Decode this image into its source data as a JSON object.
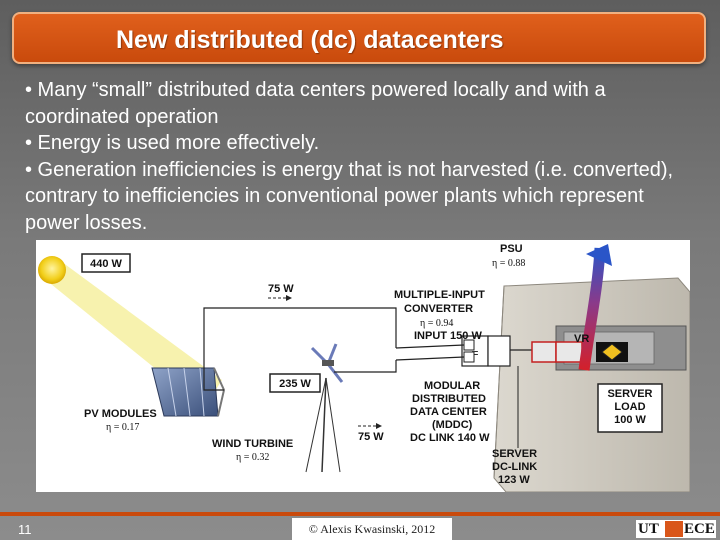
{
  "slide": {
    "title": "New distributed (dc) datacenters",
    "bullets": [
      "• Many “small” distributed data centers powered locally and with a coordinated operation",
      "• Energy is used more effectively.",
      "• Generation inefficiencies is energy that is not harvested (i.e. converted), contrary to inefficiencies in conventional power plants which represent power losses."
    ],
    "slide_number": "11",
    "copyright": "© Alexis Kwasinski, 2012",
    "logo": {
      "left": "UT",
      "right": "ECE"
    }
  },
  "diagram": {
    "pv_power": "440 W",
    "pv_label": "PV MODULES",
    "pv_efficiency": "η = 0.17",
    "pv_to_converter": "75 W",
    "wind_power": "235 W",
    "wind_label": "WIND TURBINE",
    "wind_efficiency": "η = 0.32",
    "wind_to_converter": "75 W",
    "psu_label": "PSU",
    "psu_efficiency": "η = 0.88",
    "converter_label_1": "MULTIPLE-INPUT",
    "converter_label_2": "CONVERTER",
    "converter_efficiency": "η = 0.94",
    "converter_input": "INPUT 150 W",
    "mddc_label_1": "MODULAR",
    "mddc_label_2": "DISTRIBUTED",
    "mddc_label_3": "DATA CENTER",
    "mddc_label_4": "(MDDC)",
    "dc_link": "DC LINK 140 W",
    "vr_label": "VR",
    "server_load_1": "SERVER",
    "server_load_2": "LOAD",
    "server_load_3": "100 W",
    "server_dclink_1": "SERVER",
    "server_dclink_2": "DC-LINK",
    "server_dclink_3": "123 W",
    "converter_symbol": "="
  },
  "colors": {
    "title_bar": "#d9561a",
    "footer_line": "#c94a0c",
    "logo_accent": "#d9561a"
  }
}
